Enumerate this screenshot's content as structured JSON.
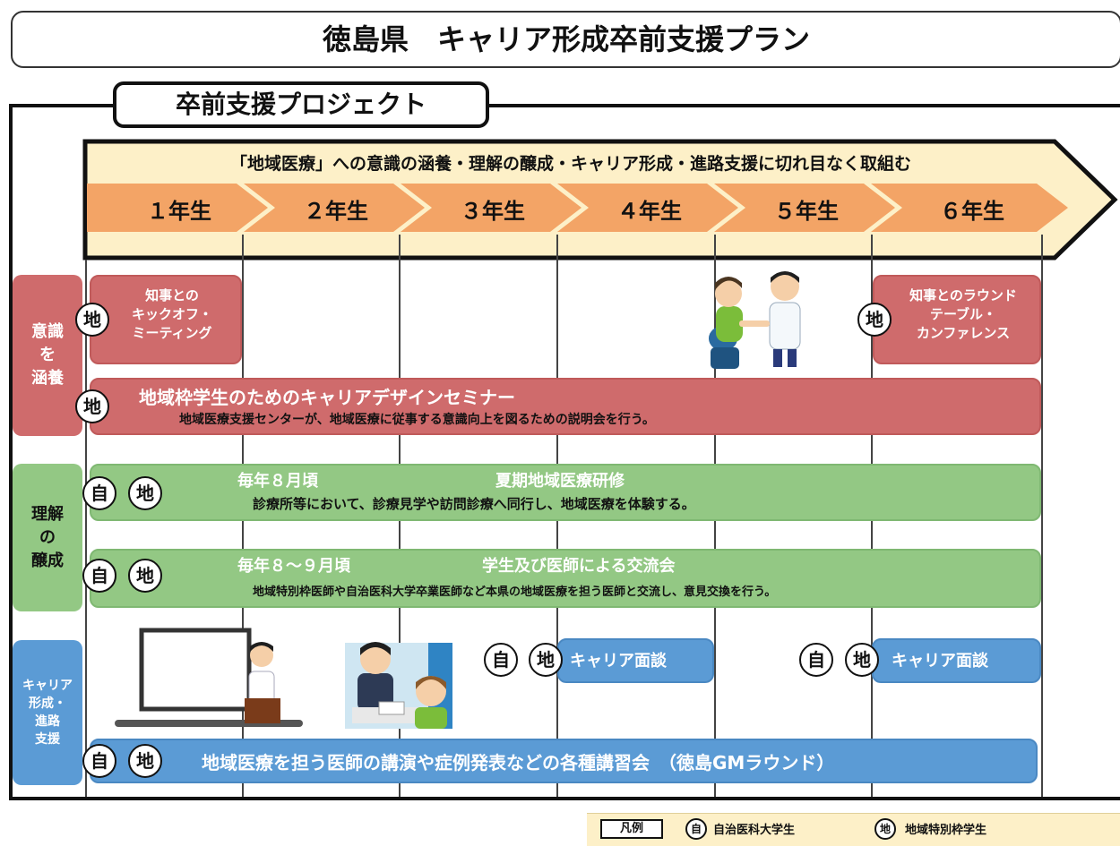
{
  "title": "徳島県　キャリア形成卒前支援プラン",
  "project_label": "卒前支援プロジェクト",
  "arrow_text": "「地域医療」への意識の涵養・理解の醸成・キャリア形成・進路支援に切れ目なく取組む",
  "years": [
    "１年生",
    "２年生",
    "３年生",
    "４年生",
    "５年生",
    "６年生"
  ],
  "categories": {
    "awareness": "意識\nを\n涵養",
    "understanding": "理解\nの\n醸成",
    "career": "キャリア\n形成・\n進路\n支援"
  },
  "badges": {
    "ji": "自",
    "chi": "地"
  },
  "events": {
    "kickoff": "知事との\nキックオフ・\nミーティング",
    "roundtable": "知事とのラウンド\nテーブル・\nカンファレンス",
    "seminar_title": "地域枠学生のためのキャリアデザインセミナー",
    "seminar_desc": "地域医療支援センターが、地域医療に従事する意識向上を図るための説明会を行う。",
    "summer_when": "毎年８月頃",
    "summer_title": "夏期地域医療研修",
    "summer_desc": "診療所等において、診療見学や訪問診療へ同行し、地域医療を体験する。",
    "exchange_when": "毎年８～９月頃",
    "exchange_title": "学生及び医師による交流会",
    "exchange_desc": "地域特別枠医師や自治医科大学卒業医師など本県の地域医療を担う医師と交流し、意見交換を行う。",
    "interview_a": "キャリア面談",
    "interview_b": "キャリア面談",
    "lectures": "地域医療を担う医師の講演や症例発表などの各種講習会　（徳島GMラウンド）"
  },
  "legend": {
    "label": "凡例",
    "ji_text": "自治医科大学生",
    "chi_text": "地域特別枠学生"
  },
  "colors": {
    "red": "#cf6b6c",
    "green": "#93c884",
    "blue": "#5b9bd5",
    "arrow_fill": "#fdf0c8",
    "chevron": "#f3a466"
  }
}
